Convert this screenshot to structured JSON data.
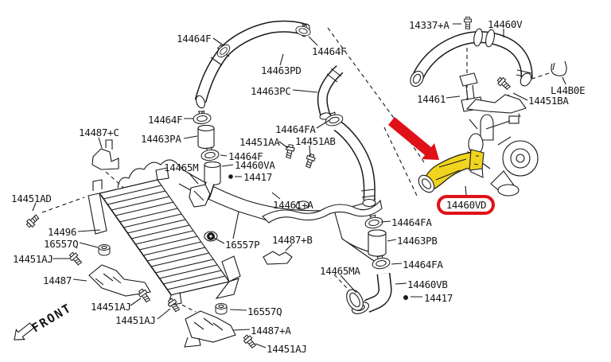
{
  "parts": {
    "p14464F": "14464F",
    "p14463PD": "14463PD",
    "p14463PC": "14463PC",
    "p14337A": "14337+A",
    "p14460V": "14460V",
    "pL44B0E": "L44B0E",
    "p14451BA": "14451BA",
    "p14461": "14461",
    "p14487C": "14487+C",
    "p14463PA": "14463PA",
    "p14464FA": "14464FA",
    "p14451AA": "14451AA",
    "p14451AB": "14451AB",
    "p14465M": "14465M",
    "p14460VA": "14460VA",
    "p14417": "14417",
    "p14451AD": "14451AD",
    "p14461A": "14461+A",
    "p14496": "14496",
    "p16557Q": "16557Q",
    "p16557P": "16557P",
    "p14451AJ": "14451AJ",
    "p14487": "14487",
    "p14487B": "14487+B",
    "p14487A": "14487+A",
    "p14465MA": "14465MA",
    "p14460VB": "14460VB",
    "p14463PB": "14463PB",
    "p14460VD": "14460VD"
  },
  "annotations": {
    "front_label": "FRONT"
  },
  "highlight": {
    "part_number": "14460VD",
    "arrow_color": "#e01119",
    "badge_outline_color": "#e01119",
    "part_fill_color": "#f0d41e"
  }
}
